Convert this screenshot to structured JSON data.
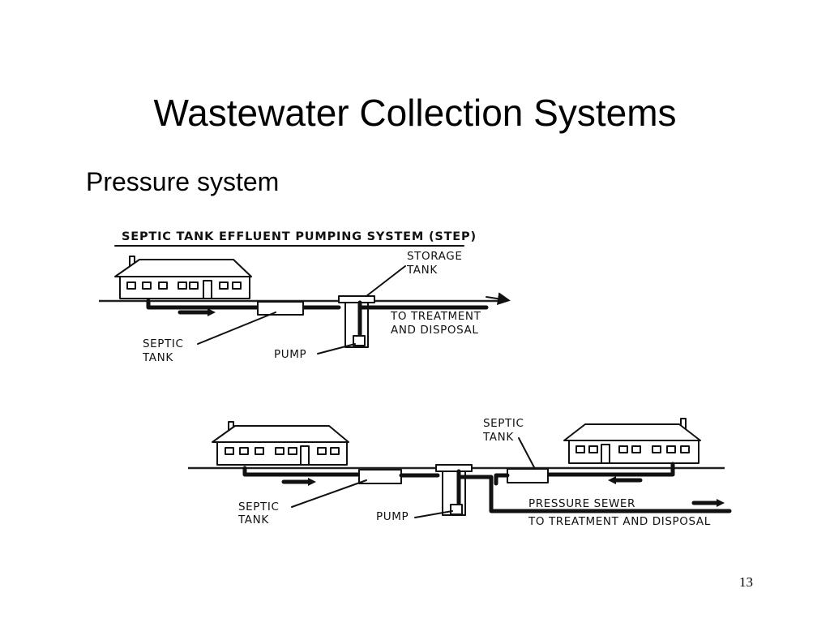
{
  "slide": {
    "title": "Wastewater Collection Systems",
    "bullet": "Pressure system",
    "page_number": "13"
  },
  "diagram_top": {
    "title": "SEPTIC TANK EFFLUENT PUMPING SYSTEM (STEP)",
    "labels": {
      "storage_tank_1": "STORAGE",
      "storage_tank_2": "TANK",
      "treatment_1": "TO TREATMENT",
      "treatment_2": "AND DISPOSAL",
      "septic_tank_1": "SEPTIC",
      "septic_tank_2": "TANK",
      "pump": "PUMP"
    }
  },
  "diagram_bottom": {
    "labels": {
      "septic_tank_right_1": "SEPTIC",
      "septic_tank_right_2": "TANK",
      "septic_tank_left_1": "SEPTIC",
      "septic_tank_left_2": "TANK",
      "pump": "PUMP",
      "pressure_sewer": "PRESSURE SEWER",
      "treatment": "TO TREATMENT AND DISPOSAL"
    }
  }
}
